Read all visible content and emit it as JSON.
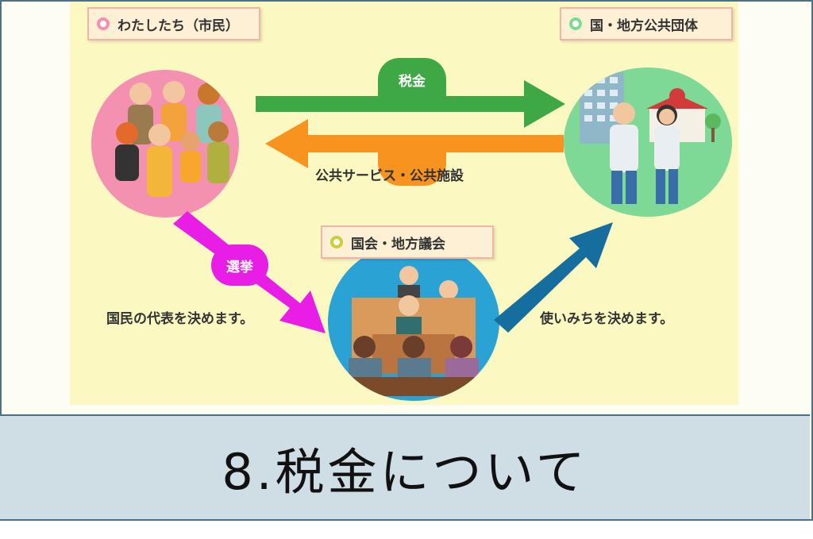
{
  "diagram": {
    "nodes": {
      "citizens": {
        "label": "わたしたち（市民）"
      },
      "government": {
        "label": "国・地方公共団体"
      },
      "assembly": {
        "label": "国会・地方議会"
      }
    },
    "flows": {
      "tax": "税金",
      "services": "公共サービス・公共施設",
      "election": "選挙",
      "choose_reps": "国民の代表を決めます。",
      "decide_usage": "使いみちを決めます。"
    }
  },
  "title": "8.税金について",
  "colors": {
    "citizens_circle": "#f490b0",
    "government_circle": "#7ed996",
    "assembly_circle": "#2aa3d4",
    "tax_arrow": "#3ea845",
    "services_arrow": "#f7931e",
    "election_arrow": "#e91ee6",
    "usage_arrow": "#166e9f"
  }
}
